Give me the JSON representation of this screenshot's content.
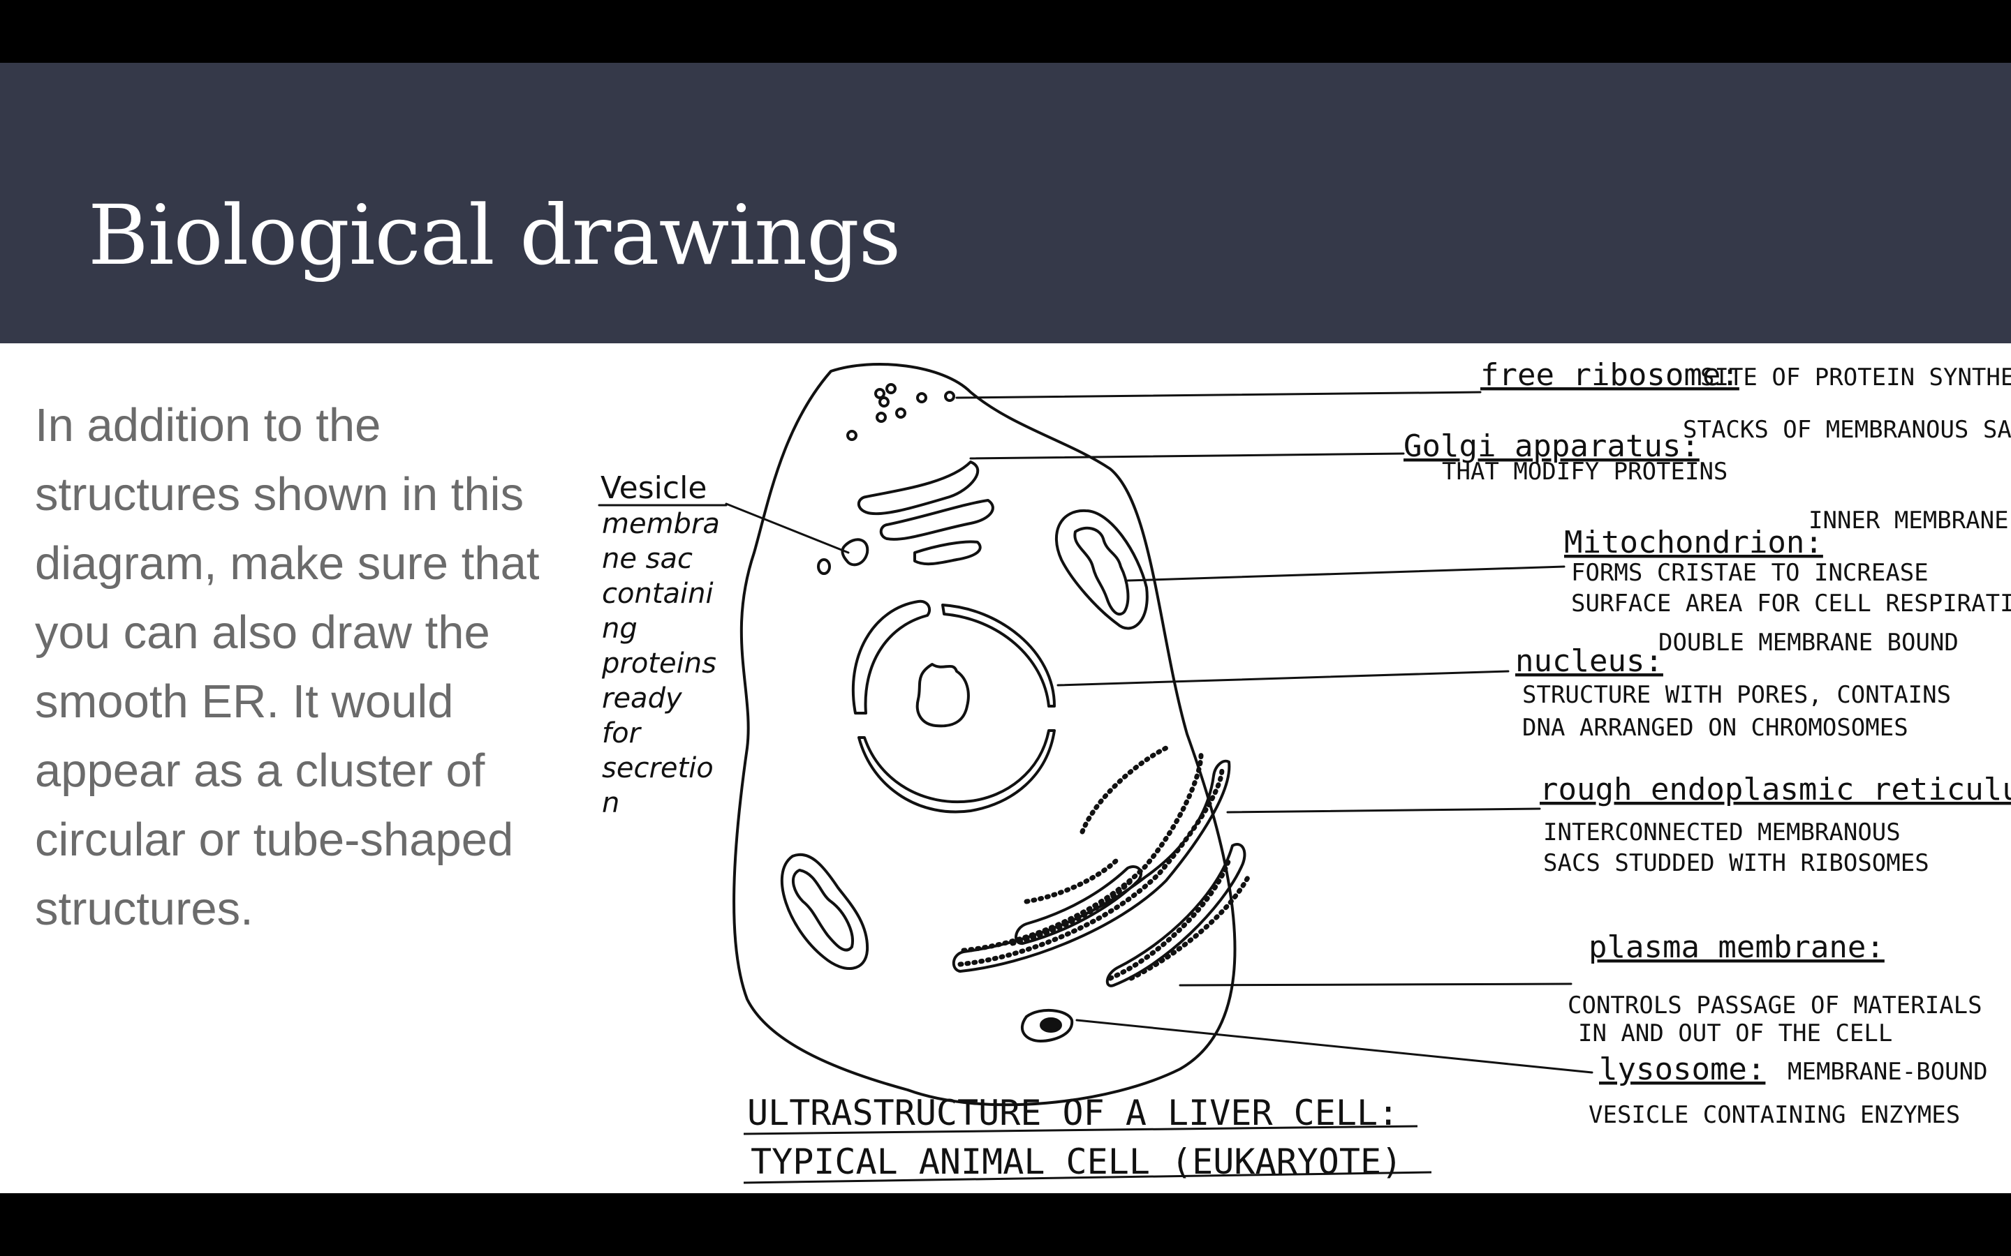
{
  "slide": {
    "title": "Biological drawings",
    "body": "In addition to the structures shown in this diagram, make sure that you can also draw the smooth ER. It would appear as a cluster of circular or tube-shaped structures."
  },
  "diagram": {
    "vesicle": {
      "title": "Vesicle",
      "desc_lines": [
        "membra",
        "ne sac",
        "containi",
        "ng",
        "proteins",
        "ready",
        "for",
        "secretio",
        "n"
      ]
    },
    "labels": [
      {
        "name": "free ribosome:",
        "desc": [
          "SITE OF PROTEIN SYNTHESIS"
        ]
      },
      {
        "name": "Golgi apparatus:",
        "desc": [
          "STACKS OF MEMBRANOUS SACS",
          "THAT MODIFY PROTEINS"
        ]
      },
      {
        "name": "Mitochondrion:",
        "desc": [
          "INNER MEMBRANE",
          "FORMS CRISTAE TO INCREASE",
          "SURFACE AREA FOR CELL RESPIRATION"
        ]
      },
      {
        "name": "nucleus:",
        "desc": [
          "DOUBLE MEMBRANE BOUND",
          "STRUCTURE WITH PORES, CONTAINS",
          "DNA ARRANGED ON CHROMOSOMES"
        ]
      },
      {
        "name": "rough endoplasmic reticulum:",
        "desc": [
          "INTERCONNECTED MEMBRANOUS",
          "SACS STUDDED WITH RIBOSOMES"
        ]
      },
      {
        "name": "plasma membrane:",
        "desc": [
          "CONTROLS PASSAGE OF MATERIALS",
          "IN AND OUT OF THE CELL"
        ]
      },
      {
        "name": "lysosome:",
        "desc": [
          "MEMBRANE-BOUND",
          "VESICLE CONTAINING ENZYMES"
        ]
      }
    ],
    "caption": [
      "ULTRASTRUCTURE OF A LIVER CELL:",
      "TYPICAL ANIMAL CELL (EUKARYOTE)"
    ]
  }
}
